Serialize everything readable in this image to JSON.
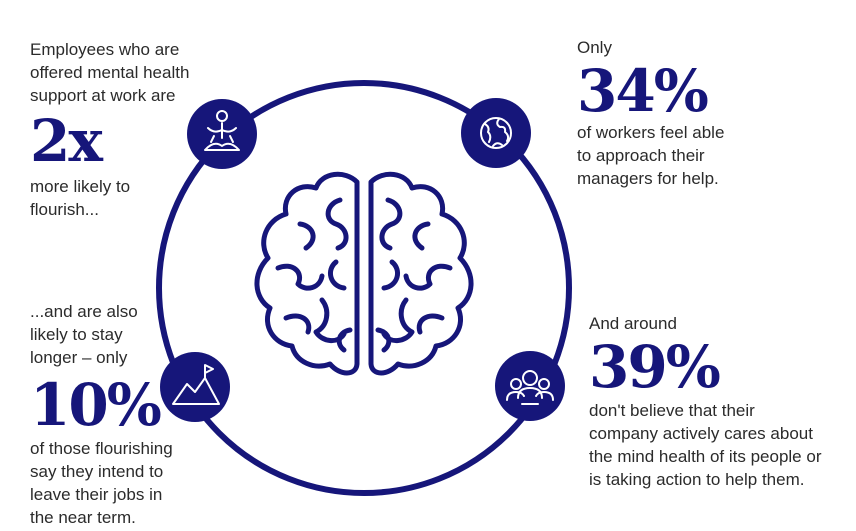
{
  "palette": {
    "navy": "#16167a",
    "text": "#2b2b2b",
    "background": "#ffffff"
  },
  "icons": [
    "meditation-icon",
    "globe-icon",
    "mountain-flag-icon",
    "group-people-icon",
    "brain-icon"
  ],
  "stats": {
    "flourish": {
      "intro": "Employees who are\noffered mental health\nsupport at work are",
      "figure": "2x",
      "outro": "more likely to\nflourish..."
    },
    "managers": {
      "intro": "Only",
      "figure": "34%",
      "outro": "of workers feel able\nto approach their\nmanagers for help."
    },
    "retention": {
      "intro": "...and are also\nlikely to stay\nlonger – only",
      "figure": "10%",
      "outro": "of those flourishing\nsay they intend to\nleave their jobs in\nthe near term."
    },
    "company": {
      "intro": "And around",
      "figure": "39%",
      "outro": "don't believe that their\ncompany actively cares about\nthe mind health of its people or\nis taking action to help them."
    }
  }
}
